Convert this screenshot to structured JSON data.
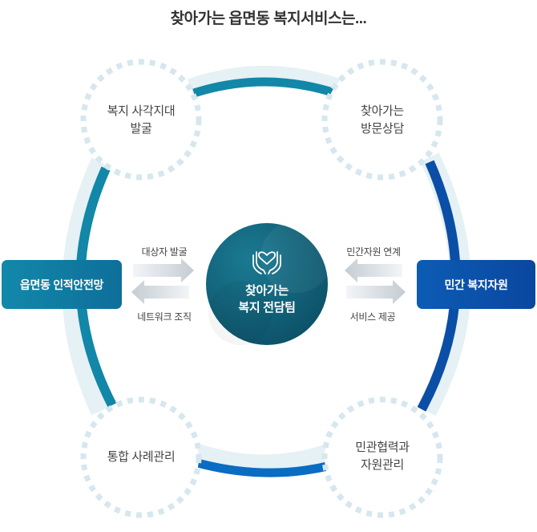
{
  "title": "찾아가는 읍면동 복지서비스는...",
  "center": {
    "line1": "찾아가는",
    "line2": "복지 전담팀",
    "icon": "hands-heart-icon"
  },
  "nodes": {
    "top_left": {
      "line1": "복지 사각지대",
      "line2": "발굴"
    },
    "top_right": {
      "line1": "찾아가는",
      "line2": "방문상담"
    },
    "bottom_left": {
      "line1": "통합 사례관리",
      "line2": ""
    },
    "bottom_right": {
      "line1": "민관협력과",
      "line2": "자원관리"
    }
  },
  "left_box": {
    "label": "읍면동 인적안전망"
  },
  "right_box": {
    "label": "민간 복지자원"
  },
  "arrows": {
    "left_top": "대상자 발굴",
    "left_bottom": "네트워크 조직",
    "right_top": "민간자원 연계",
    "right_bottom": "서비스 제공"
  },
  "colors": {
    "teal": "#1287a8",
    "blue": "#0a6cc2",
    "navy": "#0b4ea6",
    "center": "#0f5c74",
    "dots": "#d6e7ee",
    "glow": "#e5f1f5"
  }
}
